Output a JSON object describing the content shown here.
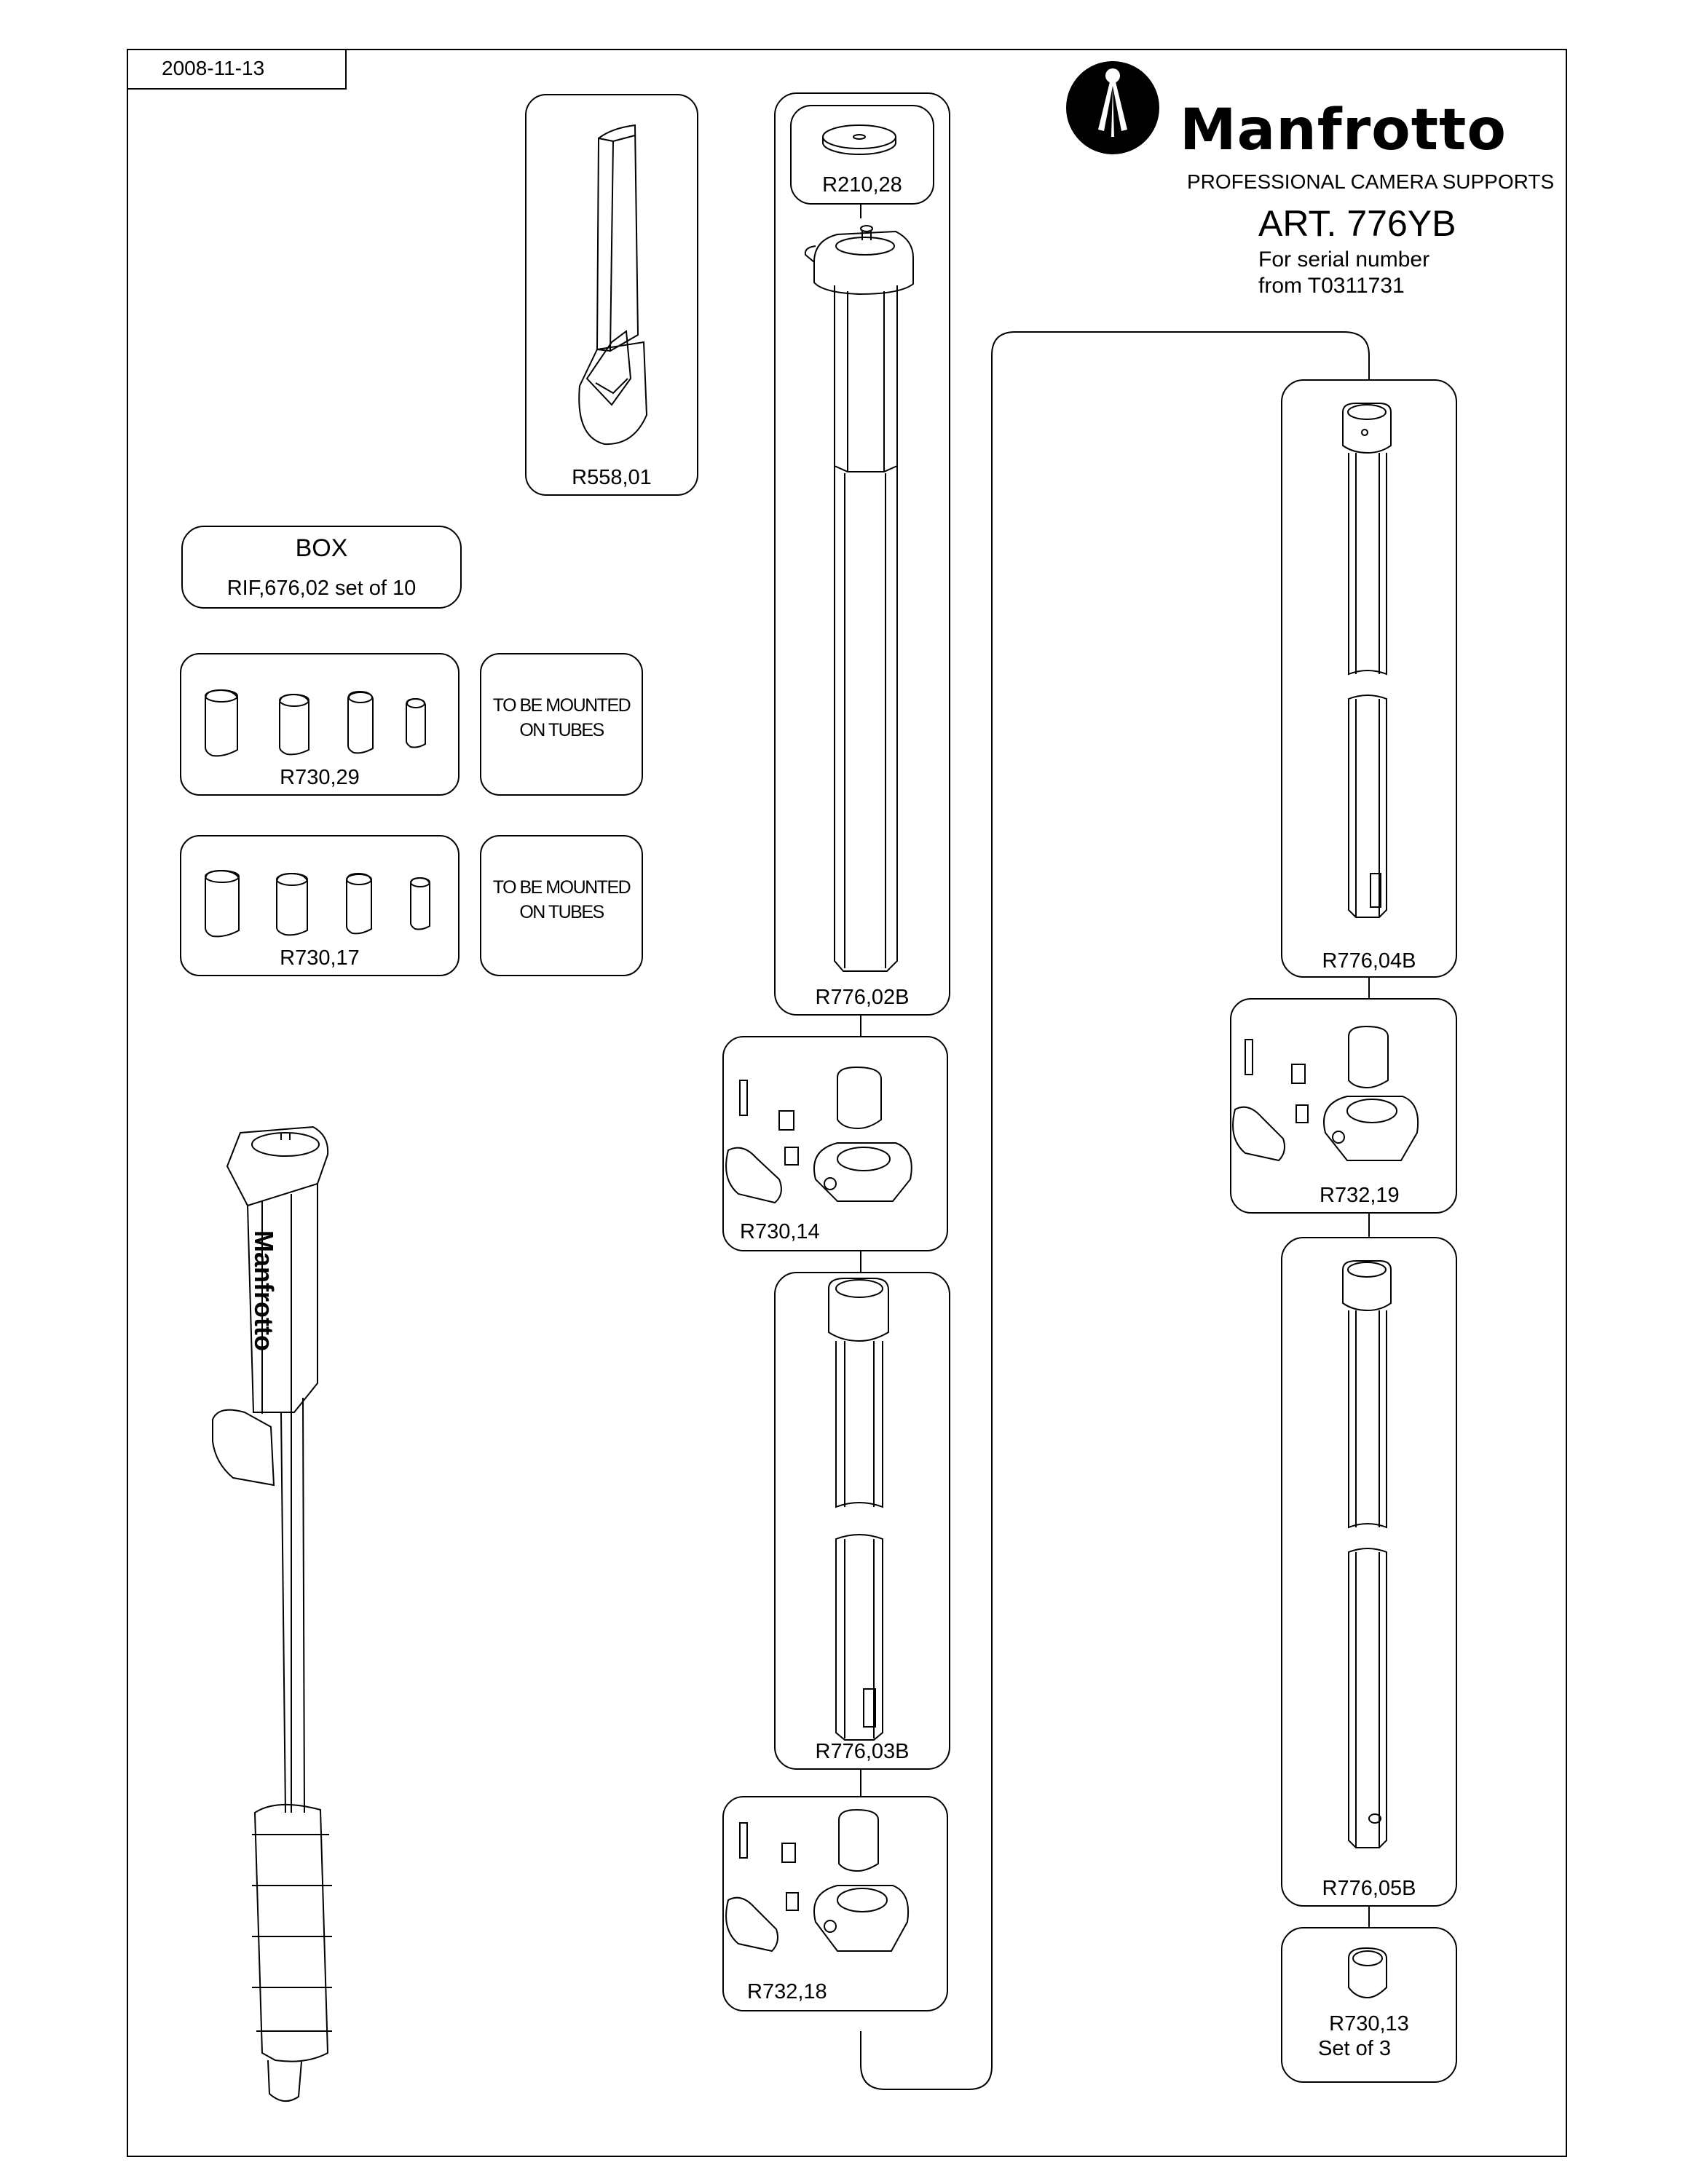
{
  "header": {
    "date": "2008-11-13",
    "brand": "Manfrotto",
    "tagline": "PROFESSIONAL CAMERA SUPPORTS",
    "article": "ART. 776YB",
    "serial_line1": "For serial number",
    "serial_line2": "from T0311731"
  },
  "box": {
    "title": "BOX",
    "subtitle": "RIF,676,02 set of 10"
  },
  "parts": {
    "r558_01": "R558,01",
    "r210_28": "R210,28",
    "r776_02b": "R776,02B",
    "r730_14": "R730,14",
    "r776_03b": "R776,03B",
    "r732_18": "R732,18",
    "r776_04b": "R776,04B",
    "r732_19": "R732,19",
    "r776_05b": "R776,05B",
    "r730_13": "R730,13",
    "r730_13_qty": "Set of 3",
    "r730_29": "R730,29",
    "r730_17": "R730,17"
  },
  "notes": {
    "mount_1_line1": "TO BE MOUNTED",
    "mount_1_line2": "ON TUBES",
    "mount_2_line1": "TO BE MOUNTED",
    "mount_2_line2": "ON TUBES"
  },
  "drawing": {
    "logo_text": "Manfrotto"
  }
}
